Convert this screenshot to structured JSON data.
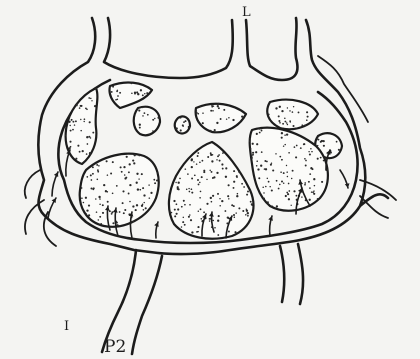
{
  "figure": {
    "labels": {
      "top": "L",
      "bottom": "P2",
      "left": "I"
    },
    "colors": {
      "ink": "#1c1c1c",
      "paper": "#f4f4f2"
    }
  }
}
